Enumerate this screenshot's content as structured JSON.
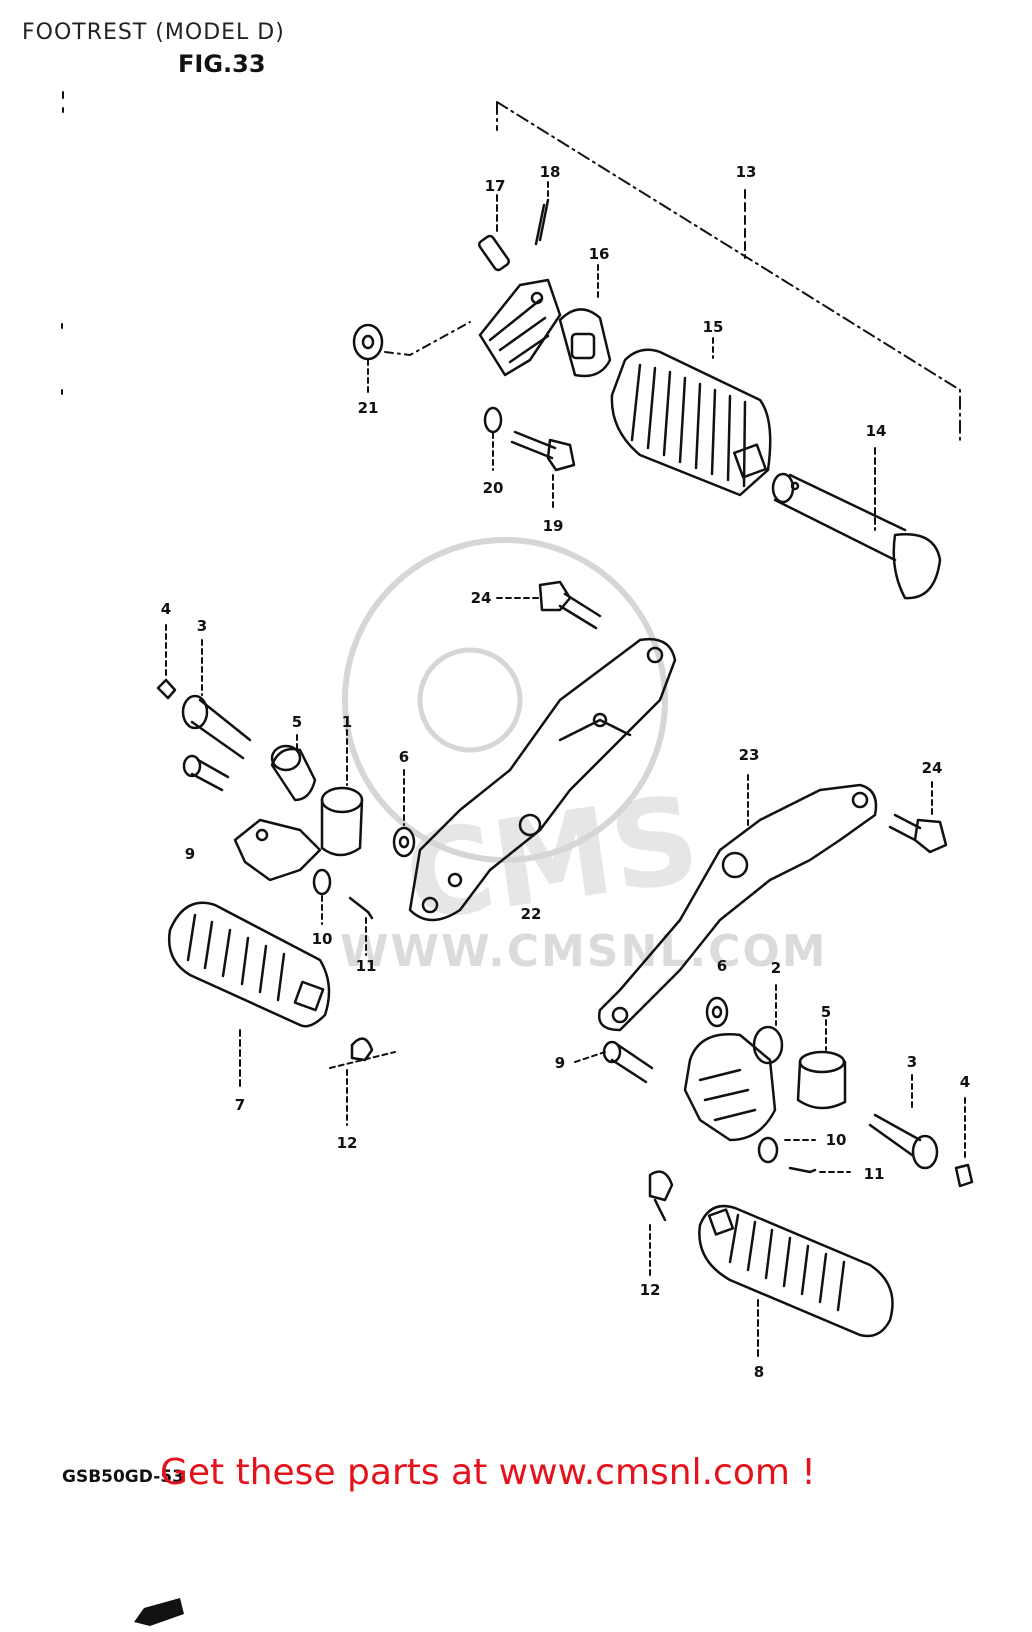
{
  "header": {
    "title": "FOOTREST (MODEL D)",
    "figure": "FIG.33"
  },
  "watermark": {
    "brand": "CMS",
    "url": "WWW.CMSNL.COM"
  },
  "callouts": {
    "p1": "1",
    "p2a": "2",
    "p3a": "3",
    "p3b": "3",
    "p4a": "4",
    "p4b": "4",
    "p5a": "5",
    "p5b": "5",
    "p6a": "6",
    "p6b": "6",
    "p7": "7",
    "p8": "8",
    "p9a": "9",
    "p9b": "9",
    "p10a": "10",
    "p10b": "10",
    "p11a": "11",
    "p11b": "11",
    "p12a": "12",
    "p12b": "12",
    "p13": "13",
    "p14": "14",
    "p15": "15",
    "p16": "16",
    "p17": "17",
    "p18": "18",
    "p19": "19",
    "p20": "20",
    "p21": "21",
    "p22": "22",
    "p23": "23",
    "p24a": "24",
    "p24b": "24"
  },
  "direction_arrow": "FWD",
  "footer": {
    "drawing_code": "GSB50GD-53",
    "promo": "Get these parts at www.cmsnl.com !"
  },
  "colors": {
    "line": "#111111",
    "promo": "#e4121b",
    "watermark": "#c8c8c8"
  }
}
